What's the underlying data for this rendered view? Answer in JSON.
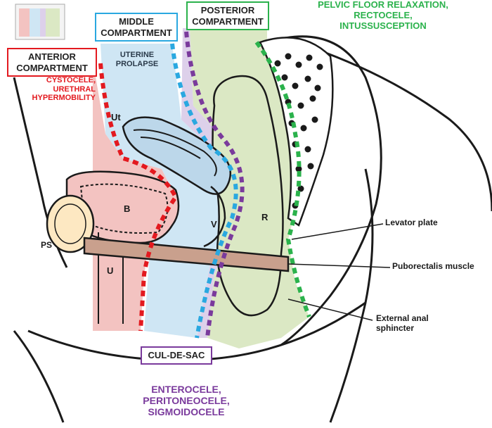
{
  "colors": {
    "anterior": "#e3191f",
    "middle": "#2aa8e0",
    "posterior": "#2bb24c",
    "culdesac": "#7a3a9c",
    "anterior_fill": "#f3c3c1",
    "middle_fill": "#cfe6f4",
    "posterior_fill": "#dbe8c4",
    "culdesac_fill": "#ddd0ea",
    "ink": "#1a1a1a",
    "muscle": "#c9a08d"
  },
  "icons": {
    "thumbnail": "pelvis-thumbnail-icon"
  },
  "compartments": {
    "anterior": "ANTERIOR\nCOMPARTMENT",
    "middle": "MIDDLE\nCOMPARTMENT",
    "posterior": "POSTERIOR\nCOMPARTMENT",
    "culdesac": "CUL-DE-SAC"
  },
  "conditions": {
    "anterior": "CYSTOCELE,\nURETHRAL\nHYPERMOBILITY",
    "middle": "UTERINE\nPROLAPSE",
    "posterior": "PELVIC FLOOR RELAXATION,\nRECTOCELE,\nINTUSSUSCEPTION",
    "culdesac": "ENTEROCELE,\nPERITONEOCELE,\nSIGMOIDOCELE"
  },
  "organs": {
    "uterus": "Ut",
    "bladder": "B",
    "pubic_symphysis": "PS",
    "urethra": "U",
    "vagina": "V",
    "rectum": "R"
  },
  "annotations": {
    "levator": "Levator plate",
    "puborectalis": "Puborectalis muscle",
    "sphincter": "External anal\nsphincter"
  }
}
